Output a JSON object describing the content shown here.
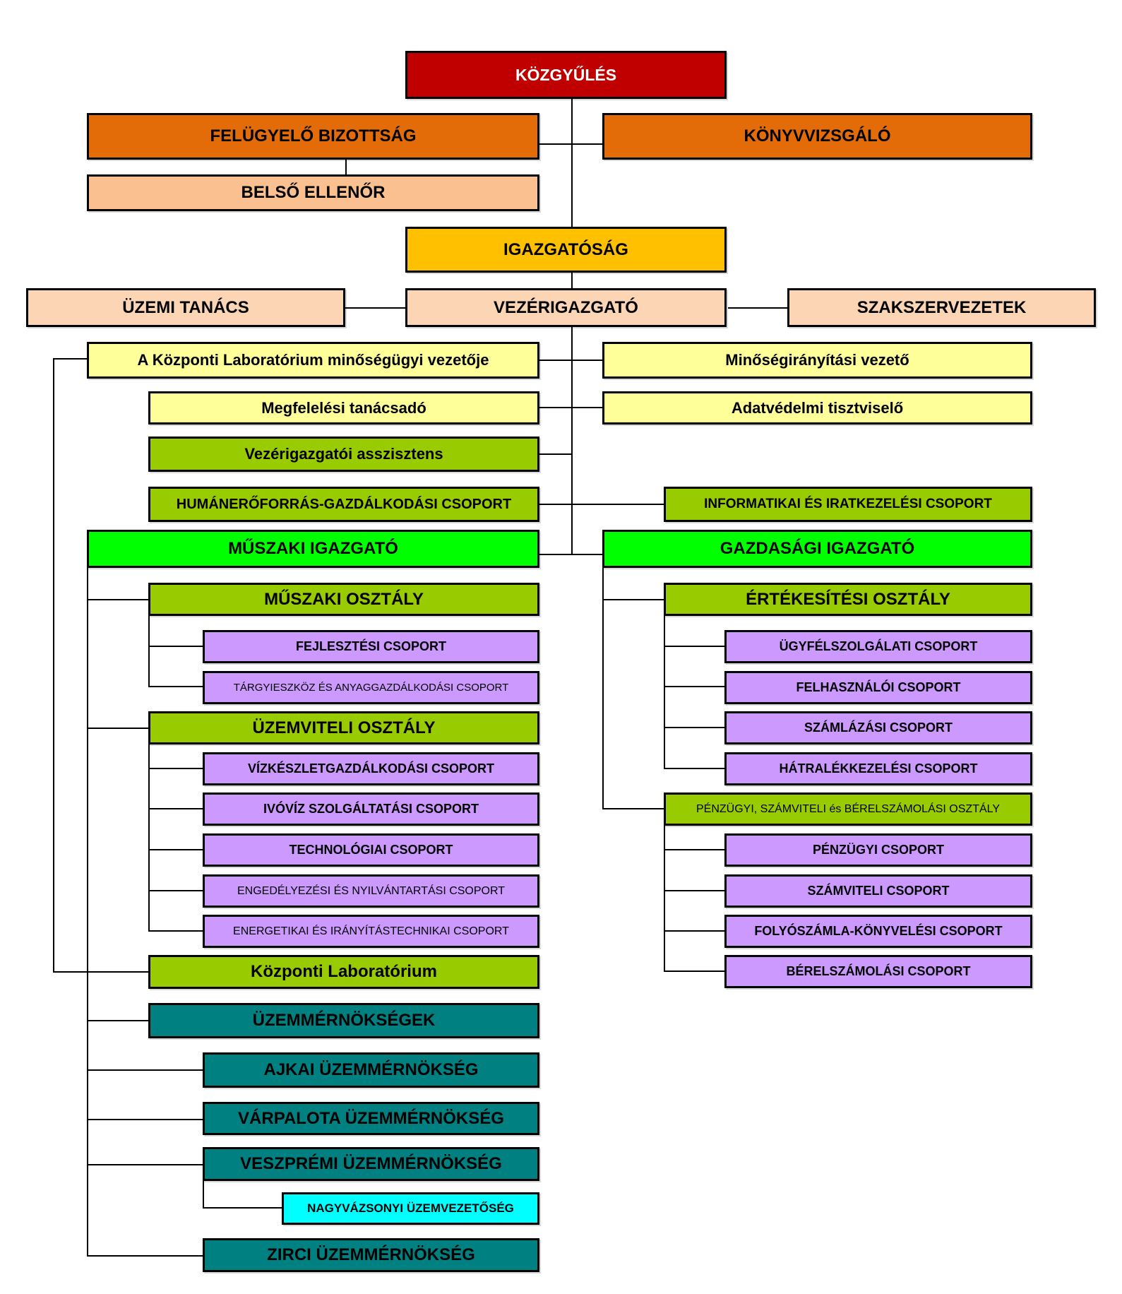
{
  "colors": {
    "board_red": "#c00000",
    "orange": "#e36c09",
    "peach": "#fac090",
    "light_peach": "#fcd5b4",
    "amber": "#ffc000",
    "pale_yellow": "#ffff99",
    "olive_green": "#99cc00",
    "bright_green": "#00ff00",
    "lavender": "#cc99ff",
    "teal": "#008080",
    "cyan": "#00ffff"
  },
  "nodes": {
    "kozgyules": "KÖZGYŰLÉS",
    "felugyelo_bizottsag": "FELÜGYELŐ BIZOTTSÁG",
    "konyvvizsgalo": "KÖNYVVIZSGÁLÓ",
    "belso_ellenor": "BELSŐ ELLENŐR",
    "igazgatosag": "IGAZGATÓSÁG",
    "uzemi_tanacs": "ÜZEMI TANÁCS",
    "vezerigazgato": "VEZÉRIGAZGATÓ",
    "szakszervezetek": "SZAKSZERVEZETEK",
    "kozponti_lab_minosegugyi": "A Központi Laboratórium minőségügyi vezetője",
    "minosegiranyitasi_vezeto": "Minőségirányítási vezető",
    "megfelelesi_tanacsado": "Megfelelési tanácsadó",
    "adatvedelmi_tisztviselo": "Adatvédelmi tisztviselő",
    "vezerigazgatoi_asszisztens": "Vezérigazgatói asszisztens",
    "humaneroforras": "HUMÁNERŐFORRÁS-GAZDÁLKODÁSI CSOPORT",
    "informatikai": "INFORMATIKAI ÉS IRATKEZELÉSI CSOPORT",
    "muszaki_igazgato": "MŰSZAKI IGAZGATÓ",
    "gazdasagi_igazgato": "GAZDASÁGI IGAZGATÓ",
    "muszaki_osztaly": "MŰSZAKI OSZTÁLY",
    "fejlesztesi": "FEJLESZTÉSI CSOPORT",
    "targyieszkoz": "TÁRGYIESZKÖZ ÉS ANYAGGAZDÁLKODÁSI CSOPORT",
    "uzemviteli_osztaly": "ÜZEMVITELI OSZTÁLY",
    "vizkeszlet": "VÍZKÉSZLETGAZDÁLKODÁSI CSOPORT",
    "ivoviz": "IVÓVÍZ SZOLGÁLTATÁSI CSOPORT",
    "technologiai": "TECHNOLÓGIAI CSOPORT",
    "engedelyezesi": "ENGEDÉLYEZÉSI ÉS NYILVÁNTARTÁSI CSOPORT",
    "energetikai": "ENERGETIKAI ÉS IRÁNYÍTÁSTECHNIKAI CSOPORT",
    "kozponti_lab": "Központi Laboratórium",
    "uzemmernoksegek": "ÜZEMMÉRNÖKSÉGEK",
    "ajkai": "AJKAI ÜZEMMÉRNÖKSÉG",
    "varpalota": "VÁRPALOTA ÜZEMMÉRNÖKSÉG",
    "veszpremi": "VESZPRÉMI ÜZEMMÉRNÖKSÉG",
    "nagyvazsonyi": "NAGYVÁZSONYI ÜZEMVEZETŐSÉG",
    "zirci": "ZIRCI ÜZEMMÉRNÖKSÉG",
    "ertekesitesi_osztaly": "ÉRTÉKESÍTÉSI OSZTÁLY",
    "ugyfelszolgalati": "ÜGYFÉLSZOLGÁLATI CSOPORT",
    "felhasznaloi": "FELHASZNÁLÓI CSOPORT",
    "szamlazasi": "SZÁMLÁZÁSI CSOPORT",
    "hatralekkezelesi": "HÁTRALÉKKEZELÉSI CSOPORT",
    "penzugyi_osztaly": "PÉNZÜGYI, SZÁMVITELI és BÉRELSZÁMOLÁSI OSZTÁLY",
    "penzugyi_csoport": "PÉNZÜGYI CSOPORT",
    "szamviteli": "SZÁMVITELI CSOPORT",
    "folyoszamla": "FOLYÓSZÁMLA-KÖNYVELÉSI CSOPORT",
    "berelszamolasi": "BÉRELSZÁMOLÁSI CSOPORT"
  }
}
